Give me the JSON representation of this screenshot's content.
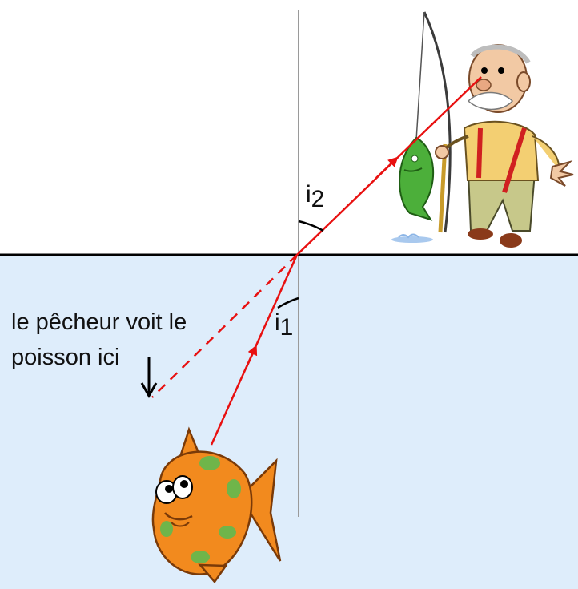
{
  "diagram": {
    "caption_line1": "le pêcheur voit le",
    "caption_line2": "poisson ici",
    "angle_refraction_label": "i",
    "angle_refraction_sub": "2",
    "angle_incidence_label": "i",
    "angle_incidence_sub": "1",
    "colors": {
      "water": "#deedfb",
      "ray": "#e81010",
      "interface": "#000000",
      "normal": "#9a9a9a",
      "fish_orange": "#f28a1e",
      "fish_green_spots": "#6fb54a",
      "green_fish": "#4caf3a",
      "shirt": "#f3cf72",
      "trousers": "#c7c88a",
      "suspenders": "#d02020"
    },
    "icons": [
      "orange-fish-icon",
      "fisherman-icon",
      "caught-fish-icon",
      "fishing-rod-icon"
    ]
  }
}
